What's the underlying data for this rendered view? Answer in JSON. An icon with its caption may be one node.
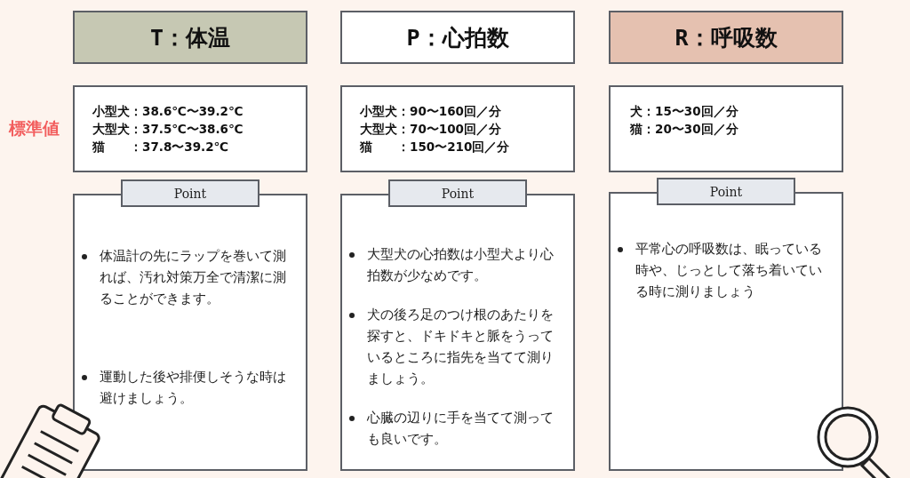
{
  "diagram": {
    "nodes": [
      {
        "text": [
          "T：体温"
        ]
      },
      {
        "text": [
          "P：心拍数"
        ]
      },
      {
        "text": [
          "R：呼吸数"
        ]
      },
      {
        "text": [
          "小型犬：38.6℃〜39.2℃",
          "大型犬：37.5℃〜38.6℃",
          "猫　　：37.8〜39.2℃"
        ]
      },
      {
        "text": [
          "小型犬：90〜160回／分",
          "大型犬：70〜100回／分",
          "猫　　：150〜210回／分"
        ]
      },
      {
        "text": [
          "犬：15〜30回／分",
          "猫：20〜30回／分"
        ]
      },
      {
        "text": [
          "Point"
        ]
      },
      {
        "text": [
          "体温計の先にラップを巻いて測れば、汚れ対策万全で清潔に測ることができます。",
          "運動した後や排便しそうな時は避けましょう。"
        ]
      },
      {
        "text": [
          "Point"
        ]
      },
      {
        "text": [
          "大型犬の心拍数は小型犬より心拍数が少なめです。",
          "犬の後ろ足のつけ根のあたりを探すと、ドキドキと脈をうっているところに指先を当てて測りましょう。",
          "心臓の辺りに手を当てて測っても良いです。"
        ]
      },
      {
        "text": [
          "Point"
        ]
      },
      {
        "text": [
          "平常心の呼吸数は、眠っている時や、じっとして落ち着いている時に測りましょう"
        ]
      }
    ],
    "labels": [
      "標準値"
    ]
  }
}
